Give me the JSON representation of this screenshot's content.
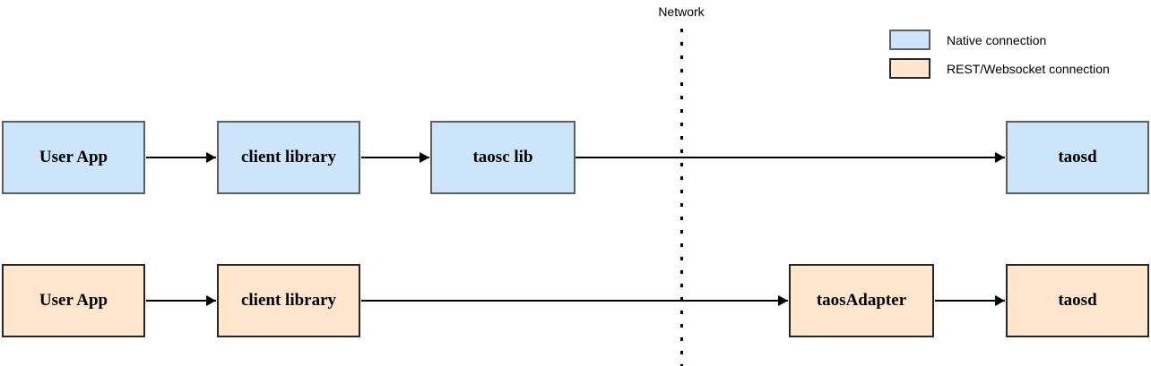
{
  "diagram": {
    "network_label": "Network",
    "legend": [
      {
        "label": "Native connection",
        "fill": "#cce5fb",
        "border": "#5f5f5f"
      },
      {
        "label": "REST/Websocket connection",
        "fill": "#ffe6cc",
        "border": "#262626"
      }
    ],
    "rows": [
      {
        "connection_type": "Native connection",
        "nodes": [
          "User App",
          "client library",
          "taosc lib",
          "taosd"
        ]
      },
      {
        "connection_type": "REST/Websocket connection",
        "nodes": [
          "User App",
          "client library",
          "taosAdapter",
          "taosd"
        ]
      }
    ],
    "colors": {
      "arrow": "#000000",
      "text": "#000000",
      "background": "#ffffff"
    }
  }
}
